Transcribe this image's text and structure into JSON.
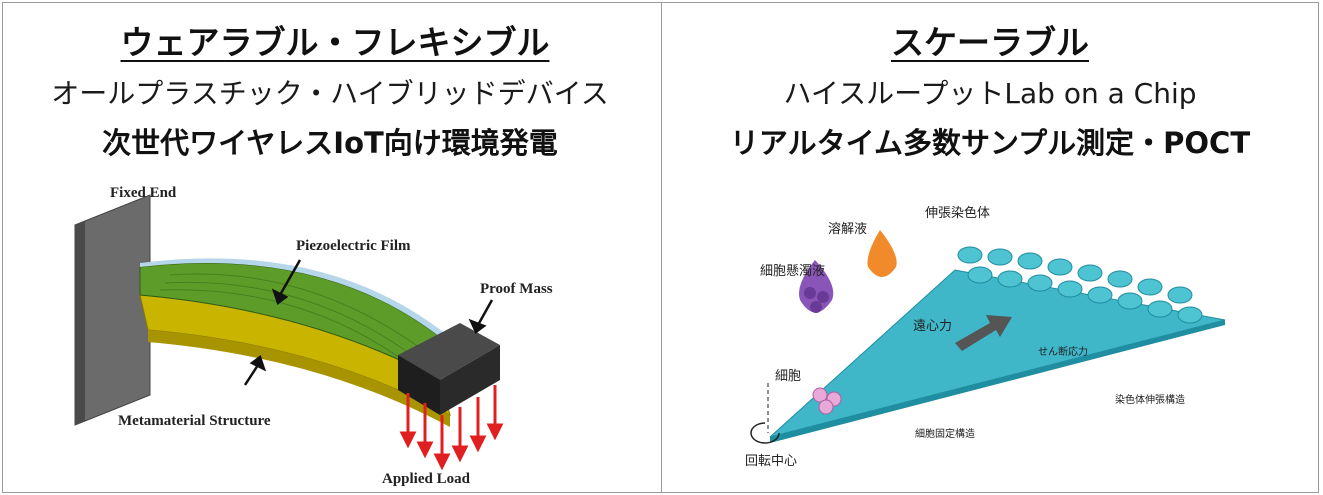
{
  "left": {
    "title": "ウェアラブル・フレキシブル",
    "subtitle": "オールプラスチック・ハイブリッドデバイス",
    "headline": "次世代ワイヤレスIoT向け環境発電",
    "diagram_labels": {
      "fixed_end": "Fixed End",
      "piezo_film": "Piezoelectric Film",
      "proof_mass": "Proof Mass",
      "metamaterial": "Metamaterial Structure",
      "applied_load": "Applied Load"
    }
  },
  "right": {
    "title": "スケーラブル",
    "subtitle": "ハイスループットLab on a Chip",
    "headline": "リアルタイム多数サンプル測定・POCT",
    "diagram_labels": {
      "stretched_chromosome": "伸張染色体",
      "lysis_solution": "溶解液",
      "cell_suspension": "細胞懸濁液",
      "centrifugal_force": "遠心力",
      "shear_stress": "せん断応力",
      "cell": "細胞",
      "rotation_center": "回転中心",
      "cell_fixing_structure": "細胞固定構造",
      "chromosome_stretch_structure": "染色体伸張構造"
    }
  },
  "colors": {
    "film_green": "#5e9c2a",
    "meta_yellow": "#c9b400",
    "mass_black": "#2a2a2a",
    "load_red": "#e02020",
    "chip_blue": "#3fb7c9",
    "droplet_purple": "#8a55b8",
    "droplet_orange": "#f08a2a"
  }
}
